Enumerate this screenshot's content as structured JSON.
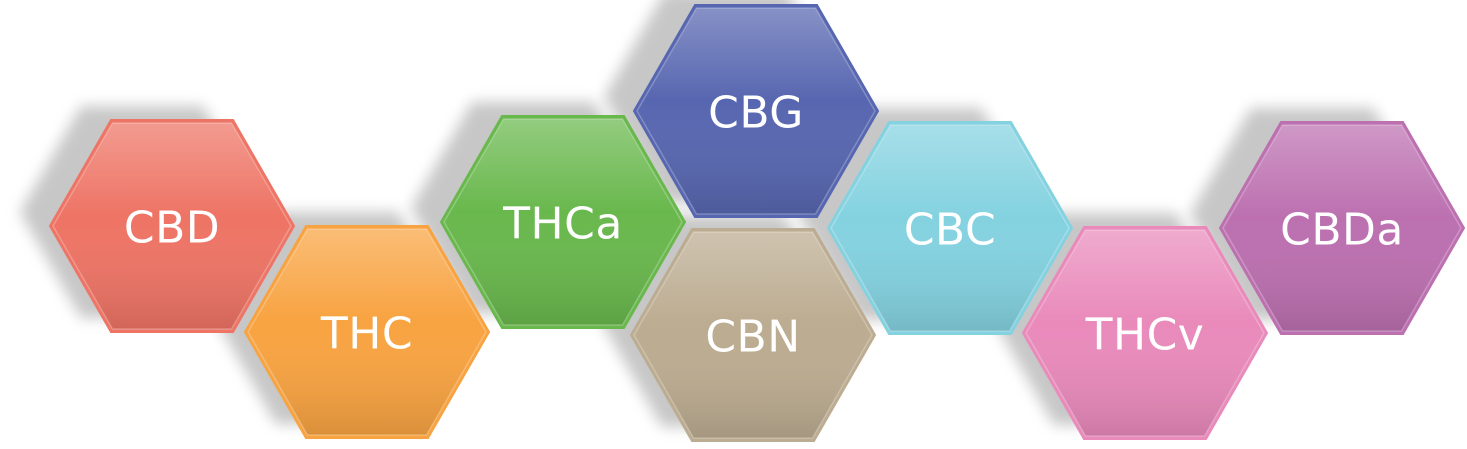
{
  "hexagons": [
    {
      "label": "CBD",
      "color": "#EE7465"
    },
    {
      "label": "THC",
      "color": "#F8A341"
    },
    {
      "label": "THCa",
      "color": "#69B84D"
    },
    {
      "label": "CBG",
      "color": "#5766B0"
    },
    {
      "label": "CBN",
      "color": "#BCAC91"
    },
    {
      "label": "CBC",
      "color": "#84D2E0"
    },
    {
      "label": "THCv",
      "color": "#E98ABB"
    },
    {
      "label": "CBDa",
      "color": "#BC70B0"
    }
  ]
}
